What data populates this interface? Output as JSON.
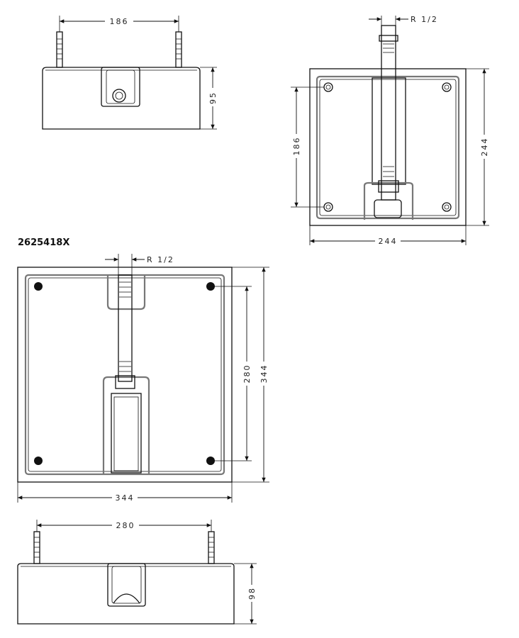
{
  "model_label": "2625418X",
  "small_unit": {
    "side_view": {
      "pin_spacing": "186",
      "height": "95"
    },
    "plan_view": {
      "connection": "R 1/2",
      "hole_spacing": "186",
      "height": "244",
      "width": "244"
    }
  },
  "large_unit": {
    "plan_view": {
      "connection": "R 1/2",
      "hole_spacing": "280",
      "height": "344",
      "width": "344"
    },
    "side_view": {
      "pin_spacing": "280",
      "height": "98"
    }
  }
}
